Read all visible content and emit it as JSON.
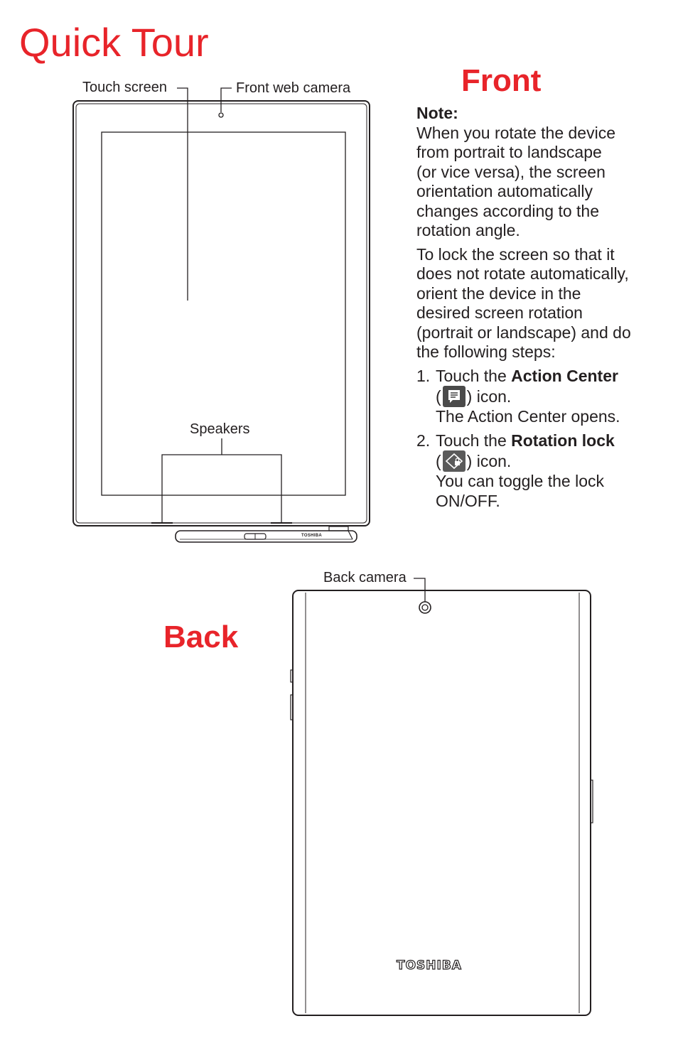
{
  "page": {
    "title": "Quick Tour"
  },
  "front": {
    "heading": "Front",
    "labels": {
      "touch_screen": "Touch screen",
      "front_web_camera": "Front web camera",
      "speakers": "Speakers"
    },
    "stylus_brand": "TOSHIBA"
  },
  "note": {
    "label": "Note:",
    "para1_lines": [
      "When you rotate the device",
      "from portrait to landscape",
      "(or vice versa), the screen",
      "orientation automatically",
      "changes according to the",
      "rotation angle."
    ],
    "para2_lines": [
      "To lock the screen so that it",
      "does not rotate automatically,",
      "orient the device in the",
      "desired screen rotation",
      "(portrait or landscape) and do",
      "the following steps:"
    ],
    "steps": [
      {
        "num": "1.",
        "prefix": "Touch the ",
        "bold": "Action Center",
        "open": "(",
        "close": ") icon.",
        "icon": "action-center-icon",
        "sub_lines": [
          "The Action Center opens."
        ]
      },
      {
        "num": "2.",
        "prefix": "Touch the ",
        "bold": "Rotation lock",
        "open": "(",
        "close": ") icon.",
        "icon": "rotation-lock-icon",
        "sub_lines": [
          "You can toggle the lock",
          "ON/OFF."
        ]
      }
    ]
  },
  "back": {
    "heading": "Back",
    "labels": {
      "back_camera": "Back camera"
    },
    "brand_logo": "TOSHIBA"
  },
  "colors": {
    "accent_red": "#e8242a",
    "text": "#231f20",
    "line": "#231f20"
  }
}
